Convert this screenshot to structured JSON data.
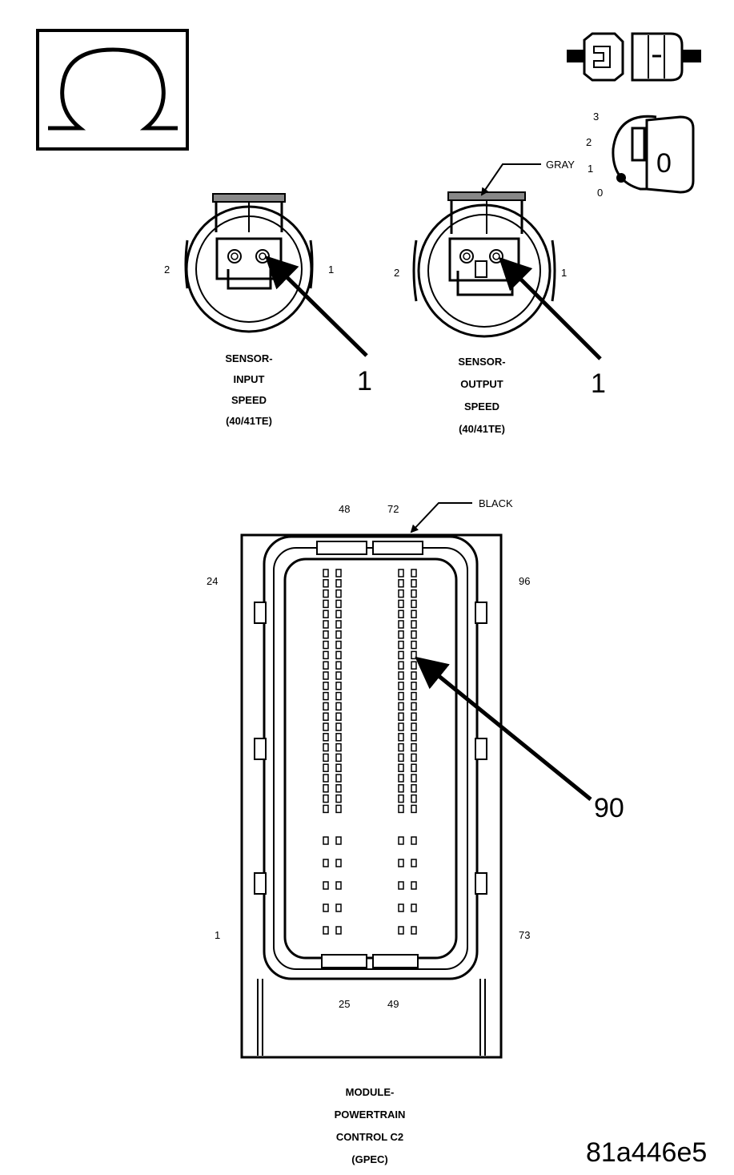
{
  "symbol": {
    "icon": "ohm-icon"
  },
  "connector_icon": {
    "icon": "connector-icon"
  },
  "ignition": {
    "icon": "ignition-key-icon",
    "positions": [
      "3",
      "2",
      "1",
      "0"
    ],
    "key_text": "0"
  },
  "input_sensor": {
    "pin_left": "2",
    "pin_right": "1",
    "callout": "1",
    "caption": [
      "SENSOR-",
      "INPUT",
      "SPEED",
      "(40/41TE)"
    ]
  },
  "output_sensor": {
    "color_label": "GRAY",
    "pin_left": "2",
    "pin_right": "1",
    "callout": "1",
    "caption": [
      "SENSOR-",
      "OUTPUT",
      "SPEED",
      "(40/41TE)"
    ]
  },
  "pcm": {
    "color_label": "BLACK",
    "pins": {
      "top_left": "48",
      "top_right": "72",
      "left_top": "24",
      "right_top": "96",
      "left_bottom": "1",
      "right_bottom": "73",
      "bottom_left": "25",
      "bottom_right": "49"
    },
    "callout": "90",
    "caption": [
      "MODULE-",
      "POWERTRAIN",
      "CONTROL C2",
      "(GPEC)"
    ]
  },
  "figure_id": "81a446e5"
}
